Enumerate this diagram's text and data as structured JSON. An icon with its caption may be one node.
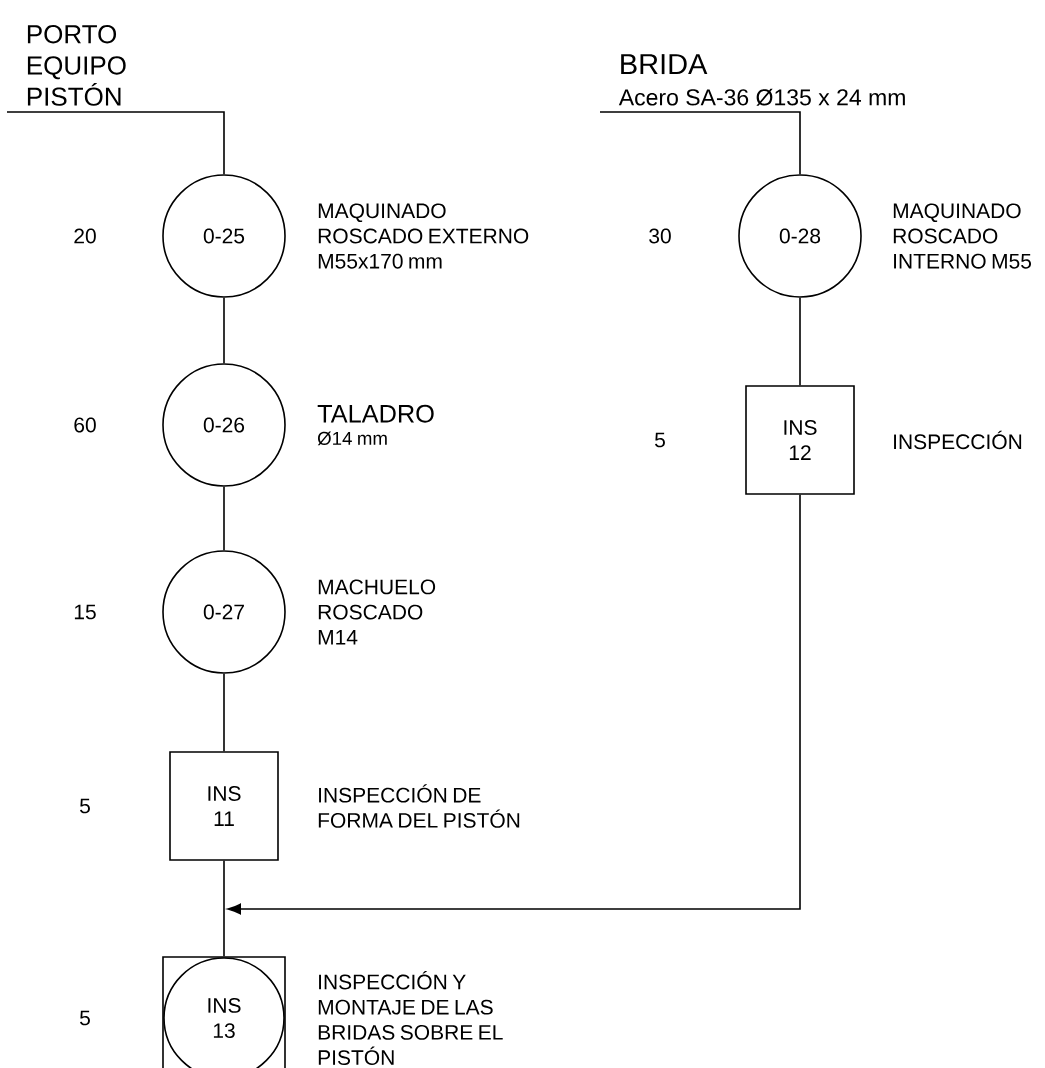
{
  "diagram": {
    "nodes": [
      {
        "text": [
          "PORTO",
          "EQUIPO",
          "PISTÓN"
        ]
      },
      {
        "text": [
          "0-25"
        ],
        "beside": [
          "20",
          "MAQUINADO ROSCADO EXTERNO M55x170 mm"
        ]
      },
      {
        "text": [
          "0-26"
        ],
        "beside": [
          "60",
          "TALADRO",
          "Ø14 mm"
        ]
      },
      {
        "text": [
          "0-27"
        ],
        "beside": [
          "15",
          "MACHUELO ROSCADO M14"
        ]
      },
      {
        "text": [
          "INS 11"
        ],
        "beside": [
          "5",
          "INSPECCIÓN DE FORMA DEL PISTÓN"
        ]
      },
      {
        "text": [
          "INS 13"
        ],
        "beside": [
          "5",
          "INSPECCIÓN Y MONTAJE DE LAS BRIDAS SOBRE EL PISTÓN"
        ]
      },
      {
        "text": [
          "BRIDA",
          "Acero  SA-36 Ø135 x 24 mm"
        ]
      },
      {
        "text": [
          "0-28"
        ],
        "beside": [
          "30",
          "MAQUINADO ROSCADO INTERNO M55"
        ]
      },
      {
        "text": [
          "INS 12"
        ],
        "beside": [
          "5",
          "INSPECCIÓN"
        ]
      }
    ],
    "edges": [
      {
        "from": 0,
        "to": 1,
        "arrow": "none"
      },
      {
        "from": 1,
        "to": 2,
        "arrow": "none"
      },
      {
        "from": 2,
        "to": 3,
        "arrow": "none"
      },
      {
        "from": 3,
        "to": 4,
        "arrow": "none"
      },
      {
        "from": 4,
        "to": 5,
        "arrow": "none"
      },
      {
        "from": 6,
        "to": 7,
        "arrow": "none"
      },
      {
        "from": 7,
        "to": 8,
        "arrow": "none"
      },
      {
        "from": 8,
        "to": 5,
        "arrow": "to"
      }
    ]
  }
}
